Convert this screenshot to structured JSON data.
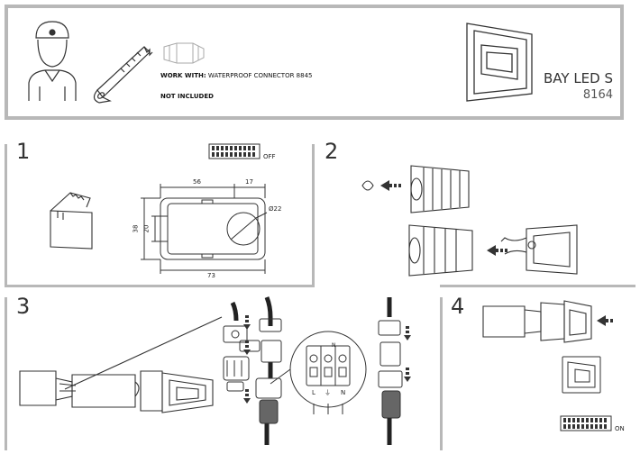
{
  "header": {
    "work_with_label": "WORK WITH:",
    "work_with_value": " WATERPROOF CONNECTOR 8845",
    "not_included": "NOT INCLUDED",
    "product_name": "BAY LED S",
    "product_code": "8164"
  },
  "steps": {
    "step1": {
      "number": "1",
      "switch_state": "OFF",
      "dimensions": {
        "width_top": "56",
        "width_right": "17",
        "height_outer": "38",
        "height_inner": "20",
        "diameter": "Ø22",
        "width_bottom": "73"
      }
    },
    "step2": {
      "number": "2"
    },
    "step3": {
      "number": "3",
      "terminal_labels": {
        "l": "L",
        "ground": "⏚",
        "n": "N",
        "top_n": "N"
      }
    },
    "step4": {
      "number": "4",
      "switch_state": "ON"
    }
  }
}
